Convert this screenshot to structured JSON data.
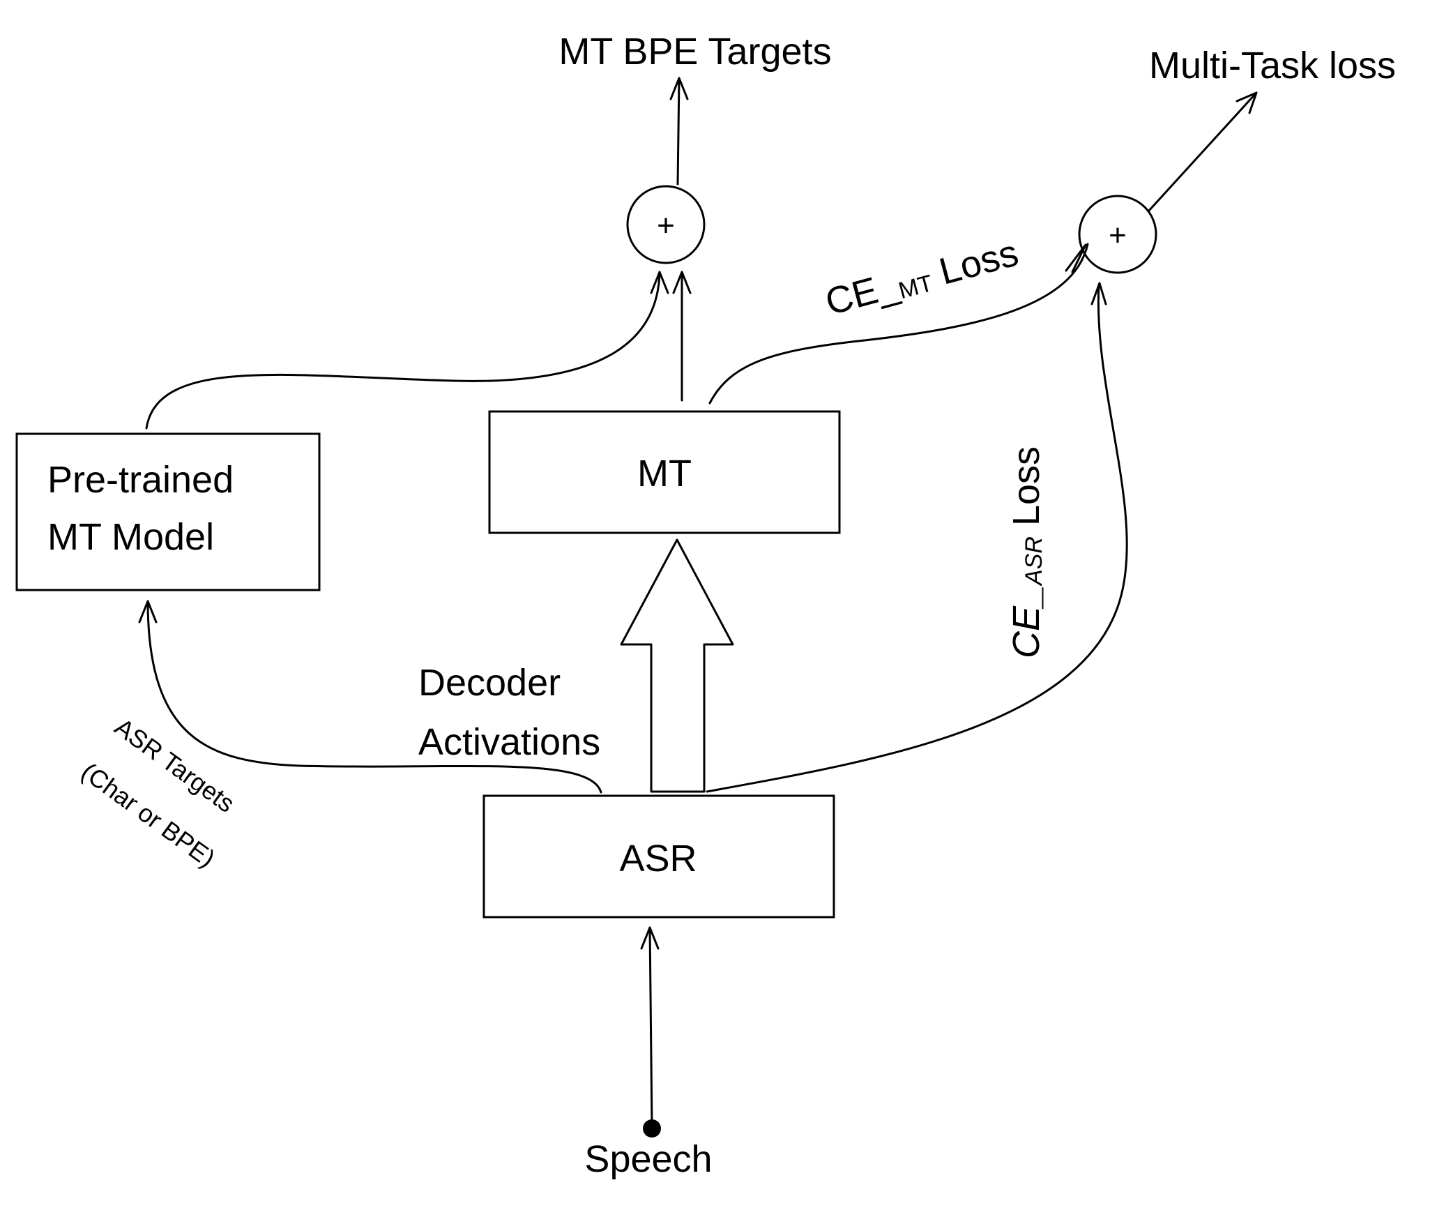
{
  "title": "",
  "nodes": {
    "asr": "ASR",
    "mt": "MT",
    "pretrained_line1": "Pre-trained",
    "pretrained_line2": "MT Model",
    "sum_top": "+",
    "sum_right": "+"
  },
  "labels": {
    "mt_bpe_targets": "MT BPE Targets",
    "multi_task_loss": "Multi-Task loss",
    "speech": "Speech",
    "decoder_line1": "Decoder",
    "decoder_line2": "Activations",
    "asr_targets_line1": "ASR Targets",
    "asr_targets_line2": "(Char or BPE)",
    "ce_mt_main": "CE_",
    "ce_mt_sub": "MT",
    "ce_mt_loss": " Loss",
    "ce_asr_main": "CE_",
    "ce_asr_sub": "ASR",
    "ce_asr_loss": " Loss"
  }
}
